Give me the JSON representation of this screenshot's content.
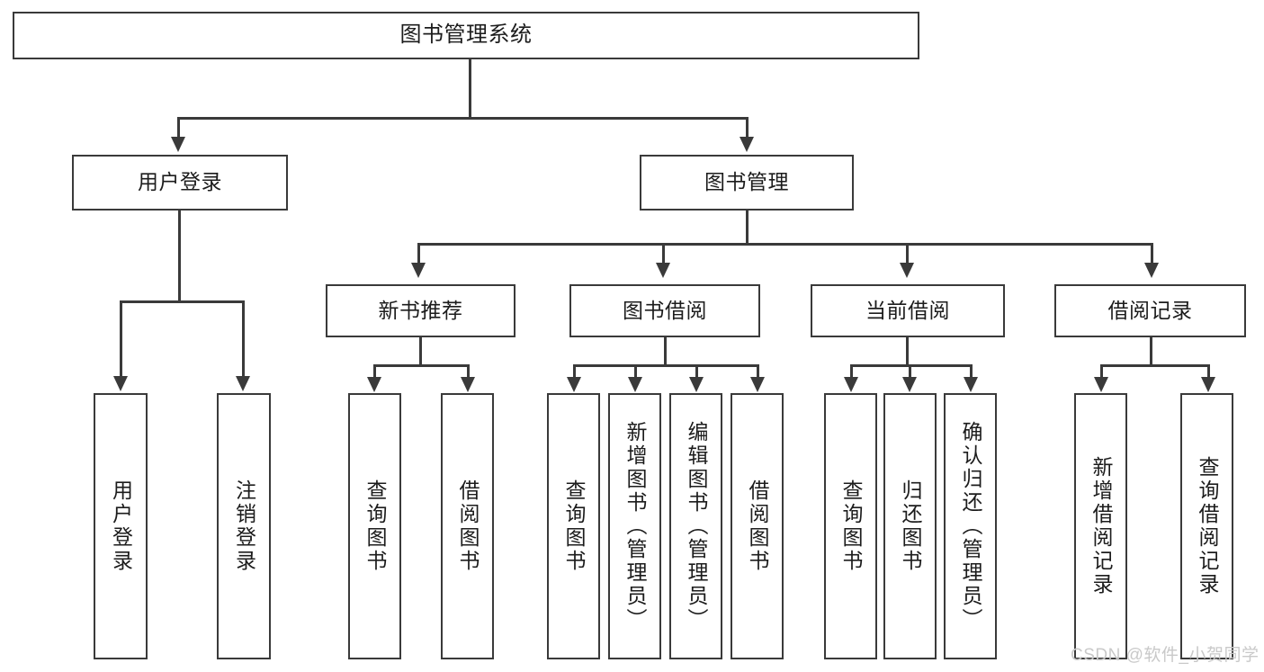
{
  "diagram": {
    "title": "图书管理系统",
    "type": "hierarchy-tree",
    "watermark": "CSDN @软件_小贺同学",
    "colors": {
      "background": "#ffffff",
      "box_border": "#3a3a3a",
      "box_fill": "#ffffff",
      "text": "#1c1c1c",
      "connector": "#3a3a3a",
      "watermark": "#c9c9c9"
    },
    "root": {
      "label": "图书管理系统"
    },
    "level1": [
      {
        "label": "用户登录"
      },
      {
        "label": "图书管理"
      }
    ],
    "level2": [
      {
        "label": "新书推荐"
      },
      {
        "label": "图书借阅"
      },
      {
        "label": "当前借阅"
      },
      {
        "label": "借阅记录"
      }
    ],
    "leaves": {
      "user_login": [
        {
          "label": "用户登录"
        },
        {
          "label": "注销登录"
        }
      ],
      "new_book_recommend": [
        {
          "label": "查询图书"
        },
        {
          "label": "借阅图书"
        }
      ],
      "book_borrow": [
        {
          "label": "查询图书"
        },
        {
          "label": "新增图书（管理员）"
        },
        {
          "label": "编辑图书（管理员）"
        },
        {
          "label": "借阅图书"
        }
      ],
      "current_borrow": [
        {
          "label": "查询图书"
        },
        {
          "label": "归还图书"
        },
        {
          "label": "确认归还（管理员）"
        }
      ],
      "borrow_record": [
        {
          "label": "新增借阅记录"
        },
        {
          "label": "查询借阅记录"
        }
      ]
    }
  }
}
